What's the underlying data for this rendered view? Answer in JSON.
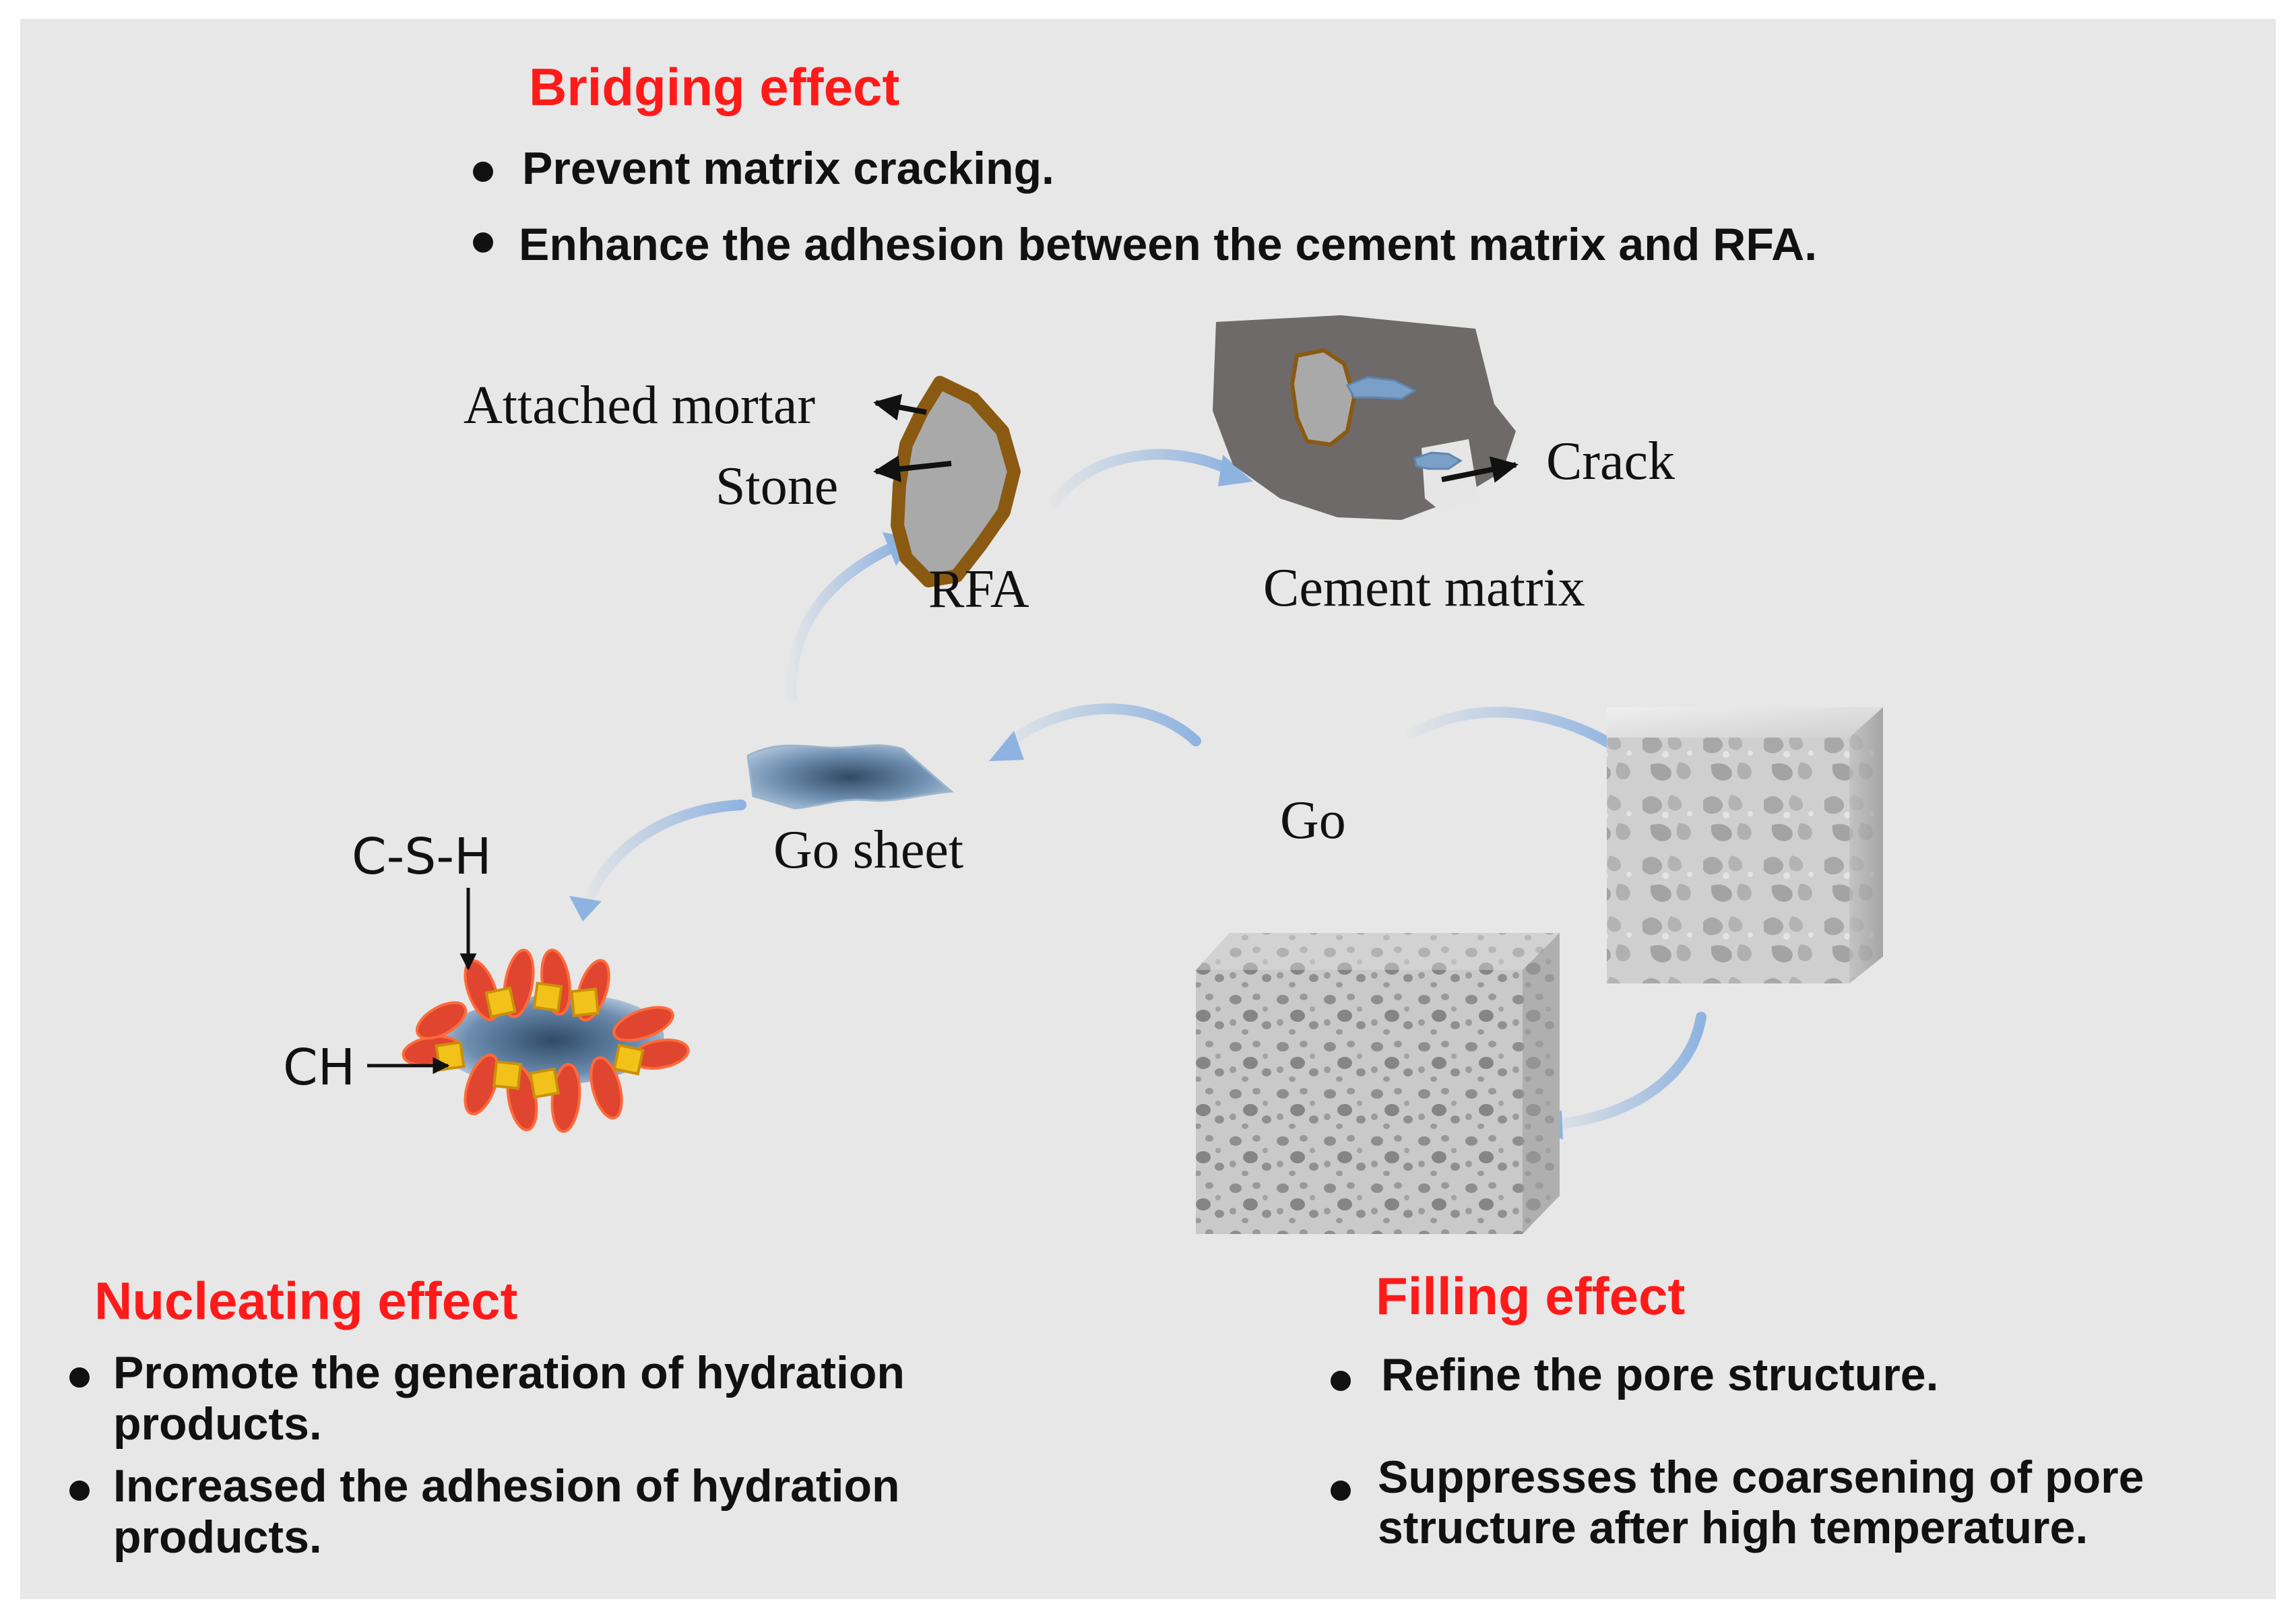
{
  "bridging": {
    "heading": "Bridging effect",
    "bullets": [
      "Prevent matrix cracking.",
      "Enhance the adhesion between the cement matrix and RFA."
    ]
  },
  "nucleating": {
    "heading": "Nucleating effect",
    "bullets": [
      "Promote the generation of hydration",
      "products.",
      "Increased the adhesion of hydration",
      "products."
    ]
  },
  "filling": {
    "heading": "Filling effect",
    "bullets": [
      "Refine the pore structure.",
      "Suppresses the coarsening of pore",
      "structure after high temperature."
    ]
  },
  "labels": {
    "attached_mortar": "Attached mortar",
    "stone": "Stone",
    "rfa": "RFA",
    "cement_matrix": "Cement matrix",
    "crack": "Crack",
    "go_sheet": "Go sheet",
    "go": "Go",
    "csh": "C-S-H",
    "ch": "CH"
  },
  "colors": {
    "heading_red": "#ff1a1a",
    "panel_gray": "#e7e7e7",
    "mortar_brown": "#8a5a12",
    "stone_gray": "#a9a9a9",
    "matrix_gray": "#6e6a69",
    "flow_arrow_blue": "#8fb3e0",
    "go_sheet_blue": "#6f8fb0",
    "csh_red": "#e0452f",
    "ch_yellow": "#f2c21a"
  }
}
